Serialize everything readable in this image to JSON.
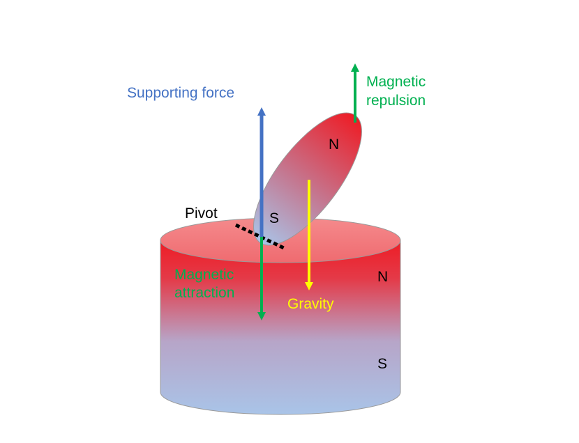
{
  "labels": {
    "supporting_force": "Supporting force",
    "magnetic_repulsion_line1": "Magnetic",
    "magnetic_repulsion_line2": "repulsion",
    "magnetic_attraction_line1": "Magnetic",
    "magnetic_attraction_line2": "attraction",
    "gravity": "Gravity",
    "pivot": "Pivot",
    "top_magnet_north": "N",
    "top_magnet_south": "S",
    "base_magnet_north": "N",
    "base_magnet_south": "S"
  },
  "colors": {
    "supporting_force": "#4472c4",
    "magnetic": "#00b050",
    "gravity": "#ffff00",
    "north_pole": "#ee1c25",
    "south_pole": "#a9c4e8",
    "pivot": "#000000"
  }
}
